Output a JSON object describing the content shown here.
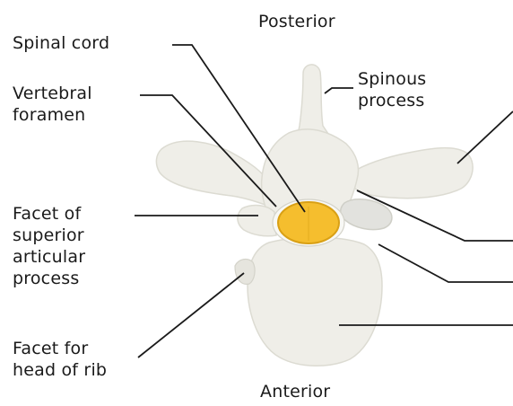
{
  "orientation": {
    "top": "Posterior",
    "bottom": "Anterior"
  },
  "labels": {
    "spinal_cord": "Spinal cord",
    "vertebral_foramen": [
      "Vertebral",
      "foramen"
    ],
    "spinous_process": [
      "Spinous",
      "process"
    ],
    "facet_superior": [
      "Facet of",
      "superior",
      "articular",
      "process"
    ],
    "facet_rib": [
      "Facet for",
      "head of rib"
    ]
  },
  "colors": {
    "bone": "#efeee8",
    "bone_edge": "#dcdbd2",
    "spinal_cord": "#f5be2e",
    "spinal_cord_edge": "#d9a015",
    "leader_line": "#1a1a1a"
  }
}
